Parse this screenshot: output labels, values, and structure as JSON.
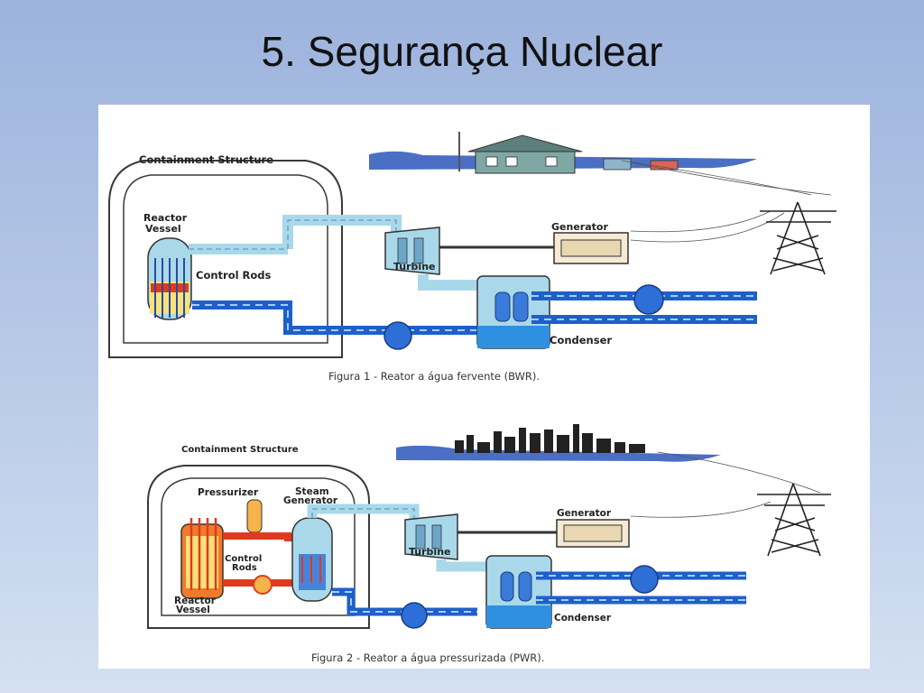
{
  "slide": {
    "title": "5. Segurança Nuclear"
  },
  "figure1": {
    "containment_label": "Containment Structure",
    "reactor_vessel_label_line1": "Reactor",
    "reactor_vessel_label_line2": "Vessel",
    "control_rods_label": "Control Rods",
    "turbine_label": "Turbine",
    "generator_label": "Generator",
    "condenser_label": "Condenser",
    "caption": "Figura 1 - Reator a água fervente (BWR)."
  },
  "figure2": {
    "containment_label": "Containment Structure",
    "pressurizer_label": "Pressurizer",
    "steam_generator_label_line1": "Steam",
    "steam_generator_label_line2": "Generator",
    "control_rods_label_line1": "Control",
    "control_rods_label_line2": "Rods",
    "reactor_vessel_label_line1": "Reactor",
    "reactor_vessel_label_line2": "Vessel",
    "turbine_label": "Turbine",
    "generator_label": "Generator",
    "condenser_label": "Condenser",
    "caption": "Figura 2 - Reator a água pressurizada (PWR)."
  },
  "colors": {
    "steam": "#a9d8ea",
    "cooling_water": "#1f5fc9",
    "hot_primary": "#e03a1e",
    "fuel": "#f7e27a",
    "structure_outline": "#3a3a3a"
  }
}
